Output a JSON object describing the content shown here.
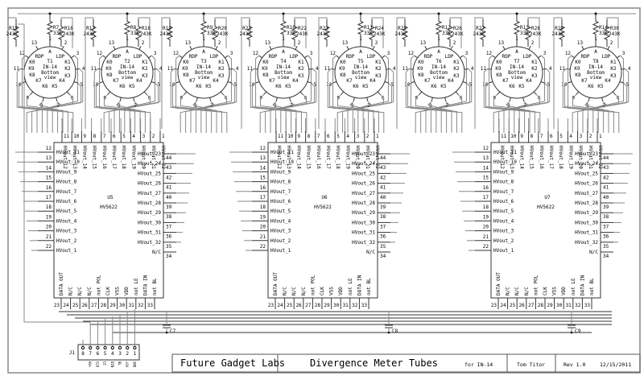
{
  "tubes": [
    {
      "ref": "T1",
      "type": "IN-14",
      "r_left": "R15",
      "r_anode": "R7",
      "r_right": "R16"
    },
    {
      "ref": "T2",
      "type": "IN-14",
      "r_left": "R17",
      "r_anode": "R8",
      "r_right": "R18"
    },
    {
      "ref": "T3",
      "type": "IN-14",
      "r_left": "R19",
      "r_anode": "R9",
      "r_right": "R20"
    },
    {
      "ref": "T4",
      "type": "IN-14",
      "r_left": "R21",
      "r_anode": "R10",
      "r_right": "R22"
    },
    {
      "ref": "T5",
      "type": "IN-14",
      "r_left": "R23",
      "r_anode": "R11",
      "r_right": "R24"
    },
    {
      "ref": "T6",
      "type": "IN-14",
      "r_left": "R25",
      "r_anode": "R12",
      "r_right": "R26"
    },
    {
      "ref": "T7",
      "type": "IN-14",
      "r_left": "R27",
      "r_anode": "R13",
      "r_right": "R28"
    },
    {
      "ref": "T8",
      "type": "IN-14",
      "r_left": "R29",
      "r_anode": "R14",
      "r_right": "R30"
    }
  ],
  "tube_common": {
    "r_side_value": "243K",
    "r_anode_value": "33K",
    "view_line1": "Bottom",
    "view_line2": "view",
    "electrodes": {
      "a": "A",
      "rdp": "RDP",
      "ldp": "LDP",
      "k0": "K0",
      "k1": "K1",
      "k2": "K2",
      "k3": "K3",
      "k4": "K4",
      "k5": "K5",
      "k6": "K6",
      "k7": "K7",
      "k8": "K8",
      "k9": "K9"
    },
    "pins": [
      "1",
      "2",
      "3",
      "4",
      "5",
      "6",
      "7",
      "8",
      "9",
      "10",
      "11",
      "12",
      "13"
    ]
  },
  "ics": [
    {
      "ref": "U5",
      "part": "HV5622"
    },
    {
      "ref": "U6",
      "part": "HV5622"
    },
    {
      "ref": "U7",
      "part": "HV5622"
    }
  ],
  "ic_pins": {
    "top": [
      {
        "num": "11",
        "label": "HVout_12"
      },
      {
        "num": "10",
        "label": "HVout_13"
      },
      {
        "num": "9",
        "label": "HVout_14"
      },
      {
        "num": "8",
        "label": "HVout_15"
      },
      {
        "num": "7",
        "label": "HVout_16"
      },
      {
        "num": "6",
        "label": "HVout_17"
      },
      {
        "num": "5",
        "label": "HVout_18"
      },
      {
        "num": "4",
        "label": "HVout_19"
      },
      {
        "num": "3",
        "label": "HVout_20"
      },
      {
        "num": "2",
        "label": "HVout_21"
      },
      {
        "num": "1",
        "label": "HVout_22"
      }
    ],
    "left": [
      {
        "num": "12",
        "label": "HVout_11"
      },
      {
        "num": "13",
        "label": "HVout_10"
      },
      {
        "num": "14",
        "label": "HVout_9"
      },
      {
        "num": "15",
        "label": "HVout_8"
      },
      {
        "num": "16",
        "label": "HVout_7"
      },
      {
        "num": "17",
        "label": "HVout_6"
      },
      {
        "num": "18",
        "label": "HVout_5"
      },
      {
        "num": "19",
        "label": "HVout_4"
      },
      {
        "num": "20",
        "label": "HVout_3"
      },
      {
        "num": "21",
        "label": "HVout_2"
      },
      {
        "num": "22",
        "label": "HVout_1"
      }
    ],
    "right": [
      {
        "num": "44",
        "label": "HVout_23"
      },
      {
        "num": "43",
        "label": "HVout_24"
      },
      {
        "num": "42",
        "label": "HVout_25"
      },
      {
        "num": "41",
        "label": "HVout_26"
      },
      {
        "num": "40",
        "label": "HVout_27"
      },
      {
        "num": "39",
        "label": "HVout_28"
      },
      {
        "num": "38",
        "label": "HVout_29"
      },
      {
        "num": "37",
        "label": "HVout_30"
      },
      {
        "num": "36",
        "label": "HVout_31"
      },
      {
        "num": "35",
        "label": "HVout_32"
      },
      {
        "num": "34",
        "label": "N/C"
      }
    ],
    "bottom": [
      {
        "num": "23",
        "label": "DATA OUT"
      },
      {
        "num": "24",
        "label": "N/C"
      },
      {
        "num": "25",
        "label": "N/C"
      },
      {
        "num": "26",
        "label": "N/C"
      },
      {
        "num": "27",
        "label": "not POL"
      },
      {
        "num": "28",
        "label": "CLK"
      },
      {
        "num": "29",
        "label": "VSS"
      },
      {
        "num": "30",
        "label": "VDD"
      },
      {
        "num": "31",
        "label": "not LE"
      },
      {
        "num": "32",
        "label": "DATA IN"
      },
      {
        "num": "33",
        "label": "not BL"
      }
    ]
  },
  "capacitors": [
    "C7",
    "C8",
    "C9"
  ],
  "connector": {
    "ref": "J1",
    "pins": [
      {
        "num": "8",
        "label": ""
      },
      {
        "num": "7",
        "label": "HV+"
      },
      {
        "num": "6",
        "label": "CLK"
      },
      {
        "num": "5",
        "label": "LE"
      },
      {
        "num": "4",
        "label": "DIN"
      },
      {
        "num": "3",
        "label": "BL"
      },
      {
        "num": "2",
        "label": "+5V"
      },
      {
        "num": "1",
        "label": "GND"
      }
    ]
  },
  "title_block": {
    "company": "Future Gadget Labs",
    "title": "Divergence Meter Tubes",
    "subtitle": "for IN-14",
    "author": "Tom Titor",
    "revision": "Rev 1.0",
    "date": "12/15/2011"
  }
}
